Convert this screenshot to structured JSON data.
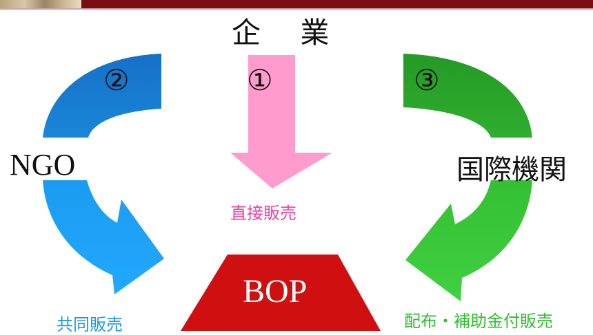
{
  "company": "企 業",
  "ngo": "NGO",
  "international_org": "国際機関",
  "bop": "BOP",
  "routes": {
    "direct": {
      "number": "①",
      "label": "直接販売"
    },
    "ngo": {
      "number": "②",
      "label": "共同販売"
    },
    "international": {
      "number": "③",
      "label": "配布・補助金付販売"
    }
  },
  "colors": {
    "header_bar": "#7a0e14",
    "direct_arrow": "#ff9ccd",
    "direct_label": "#ee3ea0",
    "ngo_arrow_top": "#1570c8",
    "ngo_arrow_bottom": "#1aa0f5",
    "ngo_label": "#1a98e6",
    "intl_arrow_top": "#2aa02a",
    "intl_arrow_bottom": "#3ccc3c",
    "intl_label": "#2fbf2f",
    "bop_shape": "#d01010"
  }
}
